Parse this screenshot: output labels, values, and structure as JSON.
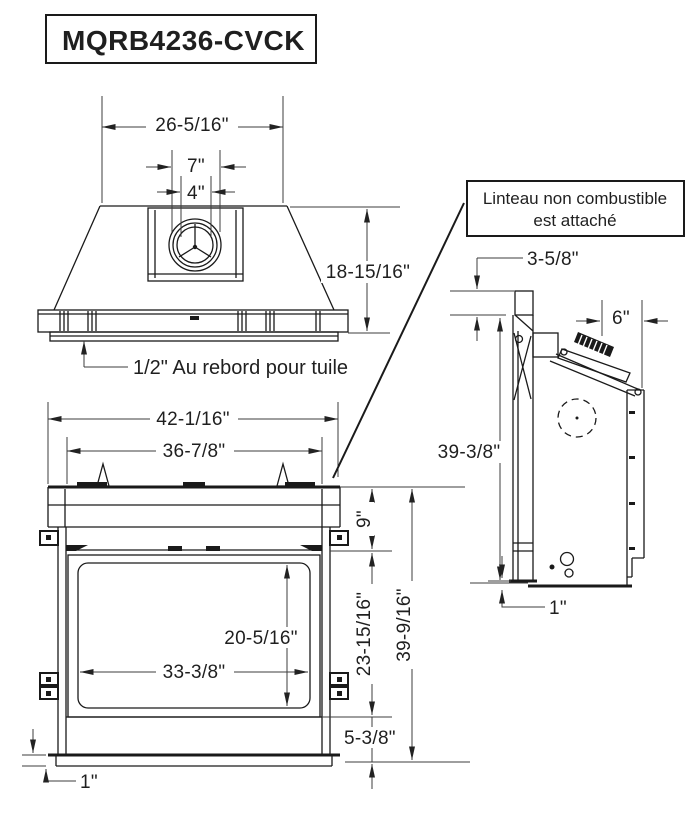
{
  "title": "MQRB4236-CVCK",
  "annotations": {
    "tile_note": "1/2\" Au rebord pour tuile",
    "lintel_label_line1": "Linteau non combustible",
    "lintel_label_line2": "est attaché"
  },
  "top_view": {
    "dims": {
      "hood_width": "26-5/16\"",
      "flue_outer": "7\"",
      "flue_inner": "4\"",
      "depth": "18-15/16\""
    }
  },
  "front_view": {
    "dims": {
      "overall_width": "42-1/16\"",
      "framing_width": "36-7/8\"",
      "top_to_lintel": "9\"",
      "opening_height": "20-5/16\"",
      "opening_width": "33-3/8\"",
      "lintel_to_hearth": "23-15/16\"",
      "overall_height": "39-9/16\"",
      "hearth_height": "5-3/8\"",
      "base_offset": "1\""
    }
  },
  "side_view": {
    "dims": {
      "standoff_height": "3-5/8\"",
      "vent_spacing": "6\"",
      "overall_height": "39-3/8\"",
      "base_offset": "1\""
    }
  }
}
